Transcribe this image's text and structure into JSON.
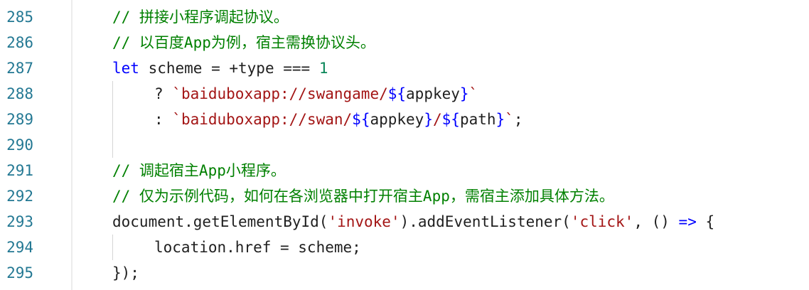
{
  "editor": {
    "line_numbers": [
      "285",
      "286",
      "287",
      "288",
      "289",
      "290",
      "291",
      "292",
      "293",
      "294",
      "295"
    ],
    "lines": [
      {
        "tokens": [
          {
            "type": "comment",
            "text": "// 拼接小程序调起协议。"
          }
        ]
      },
      {
        "tokens": [
          {
            "type": "comment",
            "text": "// 以百度App为例，宿主需换协议头。"
          }
        ]
      },
      {
        "tokens": [
          {
            "type": "keyword",
            "text": "let"
          },
          {
            "type": "plain",
            "text": " scheme = +type === "
          },
          {
            "type": "number",
            "text": "1"
          }
        ]
      },
      {
        "tokens": [
          {
            "type": "plain",
            "text": "? "
          },
          {
            "type": "string",
            "text": "`baiduboxapp://swangame/"
          },
          {
            "type": "tplexpr",
            "text": "${"
          },
          {
            "type": "plain",
            "text": "appkey"
          },
          {
            "type": "tplexpr",
            "text": "}"
          },
          {
            "type": "string",
            "text": "`"
          }
        ]
      },
      {
        "tokens": [
          {
            "type": "plain",
            "text": ": "
          },
          {
            "type": "string",
            "text": "`baiduboxapp://swan/"
          },
          {
            "type": "tplexpr",
            "text": "${"
          },
          {
            "type": "plain",
            "text": "appkey"
          },
          {
            "type": "tplexpr",
            "text": "}"
          },
          {
            "type": "string",
            "text": "/"
          },
          {
            "type": "tplexpr",
            "text": "${"
          },
          {
            "type": "plain",
            "text": "path"
          },
          {
            "type": "tplexpr",
            "text": "}"
          },
          {
            "type": "string",
            "text": "`"
          },
          {
            "type": "plain",
            "text": ";"
          }
        ]
      },
      {
        "tokens": []
      },
      {
        "tokens": [
          {
            "type": "comment",
            "text": "// 调起宿主App小程序。"
          }
        ]
      },
      {
        "tokens": [
          {
            "type": "comment",
            "text": "// 仅为示例代码，如何在各浏览器中打开宿主App，需宿主添加具体方法。"
          }
        ]
      },
      {
        "tokens": [
          {
            "type": "plain",
            "text": "document.getElementById("
          },
          {
            "type": "string",
            "text": "'invoke'"
          },
          {
            "type": "plain",
            "text": ").addEventListener("
          },
          {
            "type": "string",
            "text": "'click'"
          },
          {
            "type": "plain",
            "text": ", () "
          },
          {
            "type": "keyword",
            "text": "=>"
          },
          {
            "type": "plain",
            "text": " {"
          }
        ]
      },
      {
        "tokens": [
          {
            "type": "plain",
            "text": "location.href = scheme;"
          }
        ]
      },
      {
        "tokens": [
          {
            "type": "plain",
            "text": "});"
          }
        ]
      }
    ]
  },
  "colors": {
    "line_number": "#237893",
    "comment": "#008000",
    "keyword": "#0000ff",
    "number": "#098658",
    "string": "#a31515",
    "plain": "#1f1f1f"
  }
}
